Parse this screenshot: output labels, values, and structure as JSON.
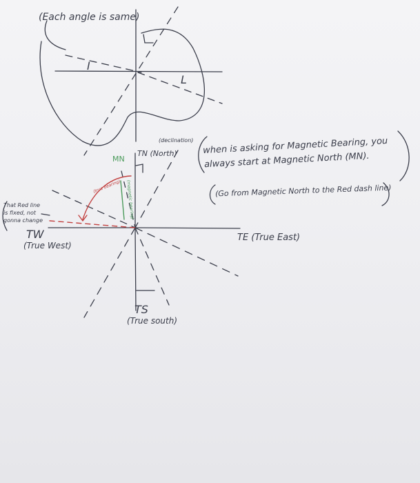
{
  "notes": {
    "each_angle": "(Each angle is same)",
    "declination": "(declination)",
    "mn": "MN",
    "tn": "TN (North)",
    "true_bearing": "(true bearing)",
    "magnetic_bearing": "(magnetic bearing)",
    "red_line_1": "That Red line",
    "red_line_2": "is fixed, not",
    "red_line_3": "gonna change",
    "tw": "TW",
    "tw_label": "(True West)",
    "te": "TE (True East)",
    "ts": "TS",
    "ts_label": "(True south)",
    "explain_1": "when is asking for Magnetic Bearing, you",
    "explain_2": "always start at Magnetic North (MN).",
    "explain_3": "(Go from Magnetic North to the Red dash line)",
    "sym_i": "I",
    "sym_l": "L"
  },
  "colors": {
    "pen": "#3a3d4a",
    "red": "#c2403f",
    "green": "#4a9a5a"
  }
}
